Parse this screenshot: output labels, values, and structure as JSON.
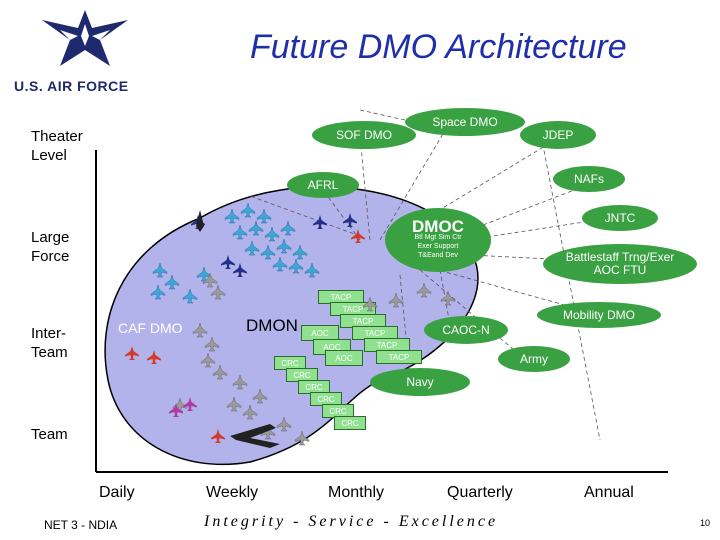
{
  "header": {
    "title": "Future DMO Architecture",
    "org_text": "U.S. AIR FORCE"
  },
  "y_axis": {
    "levels": [
      {
        "label_line1": "Theater",
        "label_line2": "Level"
      },
      {
        "label_line1": "Large",
        "label_line2": "Force"
      },
      {
        "label_line1": "Inter-",
        "label_line2": "Team"
      },
      {
        "label_line1": "Team",
        "label_line2": ""
      }
    ]
  },
  "x_axis": {
    "labels": [
      "Daily",
      "Weekly",
      "Monthly",
      "Quarterly",
      "Annual"
    ]
  },
  "nodes": {
    "space_dmo": "Space DMO",
    "sof_dmo": "SOF DMO",
    "jdep": "JDEP",
    "afrl": "AFRL",
    "nafs": "NAFs",
    "jntc": "JNTC",
    "dmoc": {
      "title": "DMOC",
      "line1": "Btl Mgt Sim Ctr",
      "line2": "Exer Support",
      "line3": "T&Eand Dev"
    },
    "battlestaff": {
      "line1": "Battlestaff Trng/Exer",
      "line2": "AOC FTU"
    },
    "mobility": "Mobility DMO",
    "caoc": "CAOC-N",
    "army": "Army",
    "navy": "Navy",
    "caf_dmo": "CAF DMO",
    "dmon": "DMON"
  },
  "boxes": {
    "tacp": [
      "TACP",
      "TACP",
      "TACP",
      "TACP",
      "TACP",
      "TACP"
    ],
    "aoc": [
      "AOC",
      "AOC",
      "AOC"
    ],
    "crc": [
      "CRC",
      "CRC",
      "CRC",
      "CRC",
      "CRC",
      "CRC"
    ]
  },
  "footer": {
    "left": "NET 3 - NDIA",
    "motto": "Integrity - Service - Excellence",
    "page": "10"
  },
  "colors": {
    "title": "#1f2fa8",
    "oval_green": "#3aa142",
    "box_green": "#8fe08f",
    "blob_fill": "#b3b3ec",
    "aircraft_blue": "#3ba7d8",
    "aircraft_gray": "#9a9a9a"
  }
}
